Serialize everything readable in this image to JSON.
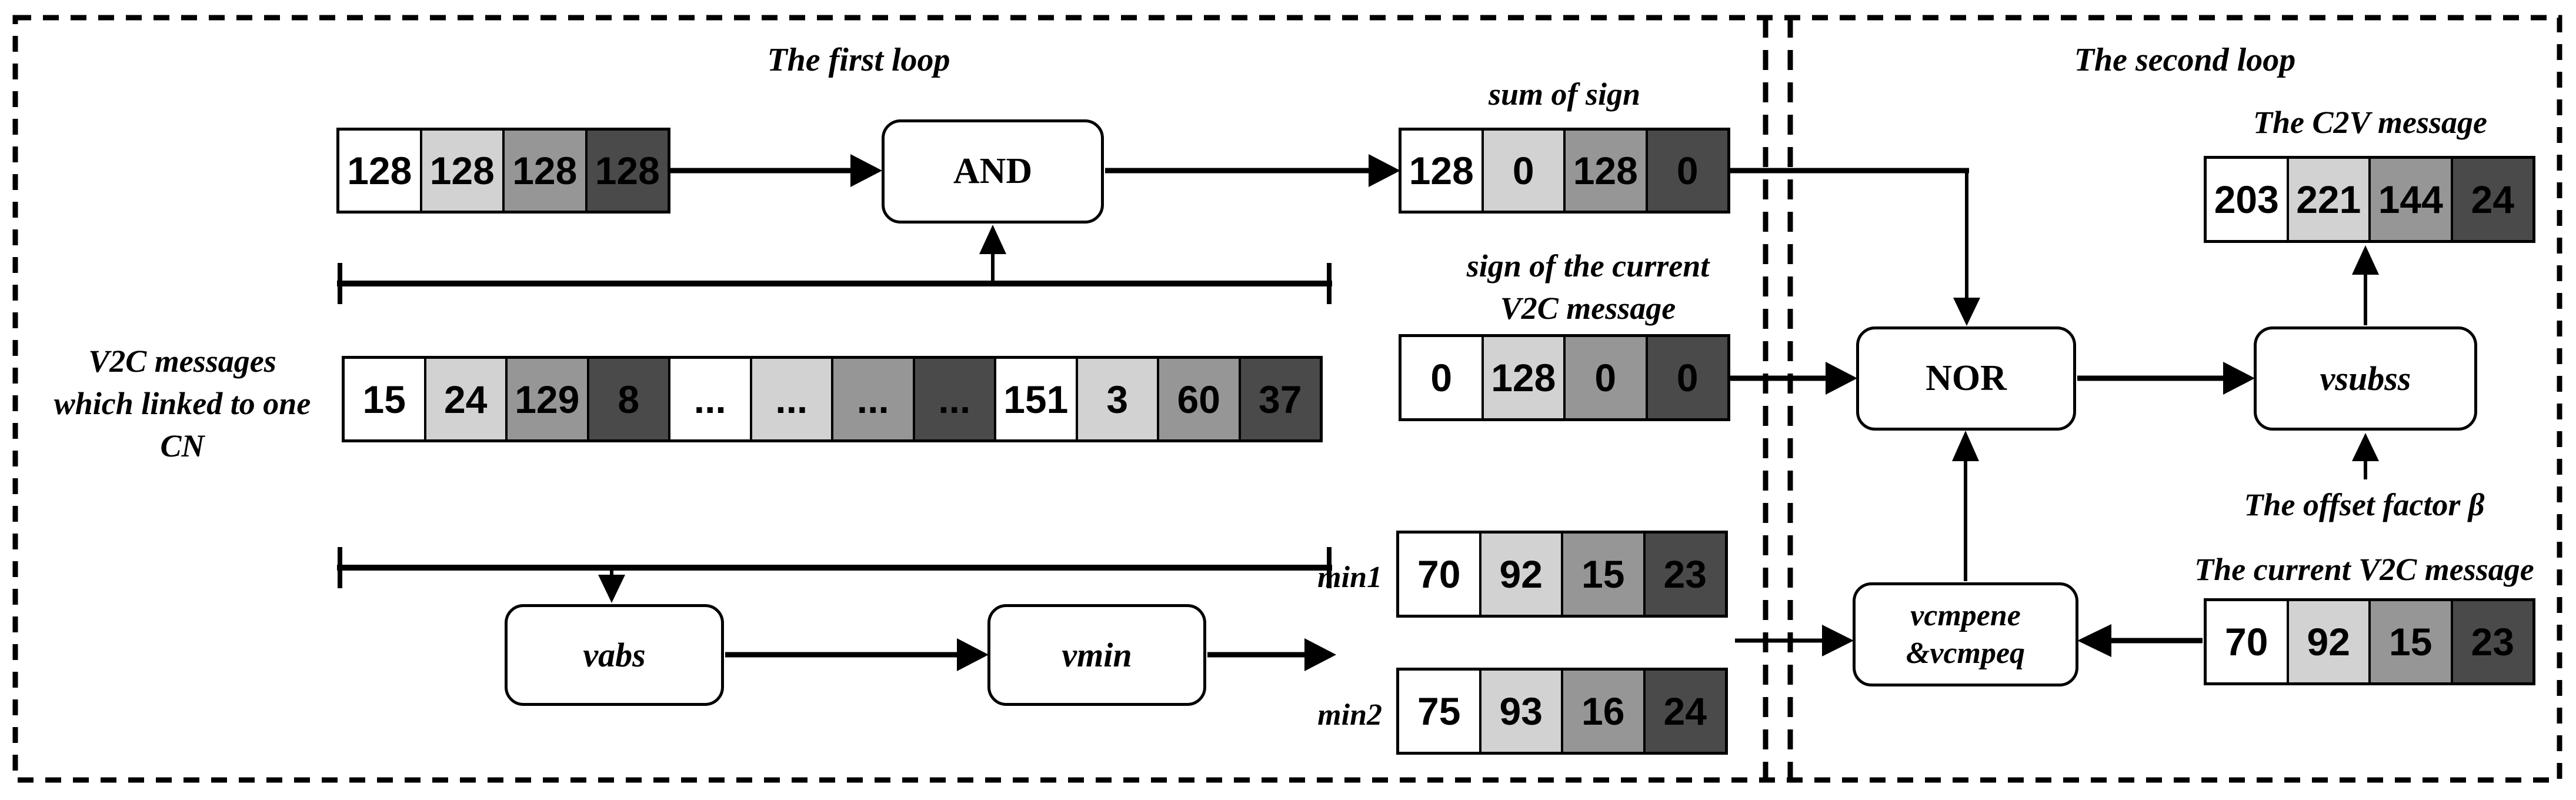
{
  "titles": {
    "first_loop": "The first loop",
    "second_loop": "The second loop"
  },
  "labels": {
    "v2c_messages_line1": "V2C messages",
    "v2c_messages_line2": "which linked to one",
    "v2c_messages_line3": "CN",
    "sum_of_sign": "sum of sign",
    "sign_current_line1": "sign of the current",
    "sign_current_line2": "V2C message",
    "min1": "min1",
    "min2": "min2",
    "c2v_message": "The C2V message",
    "offset_factor": "The offset factor β",
    "current_v2c": "The current V2C message"
  },
  "operations": {
    "and_op": "AND",
    "nor_op": "NOR",
    "vabs_op": "vabs",
    "vmin_op": "vmin",
    "vsubss_op": "vsubss",
    "vcmp_line1": "vcmpene",
    "vcmp_line2": "&vcmpeq"
  },
  "vectors": {
    "all_sign": [
      "128",
      "128",
      "128",
      "128"
    ],
    "sum_of_sign": [
      "128",
      "0",
      "128",
      "0"
    ],
    "sign_current": [
      "0",
      "128",
      "0",
      "0"
    ],
    "v2c_all": [
      "15",
      "24",
      "129",
      "8",
      "...",
      "...",
      "...",
      "...",
      "151",
      "3",
      "60",
      "37"
    ],
    "min1": [
      "70",
      "92",
      "15",
      "23"
    ],
    "min2": [
      "75",
      "93",
      "16",
      "24"
    ],
    "c2v": [
      "203",
      "221",
      "144",
      "24"
    ],
    "current_v2c": [
      "70",
      "92",
      "15",
      "23"
    ]
  },
  "colors": {
    "cell_shades": [
      "#ffffff",
      "#d2d2d2",
      "#969696",
      "#4a4a4a"
    ],
    "line": "#000000",
    "background": "#ffffff"
  }
}
